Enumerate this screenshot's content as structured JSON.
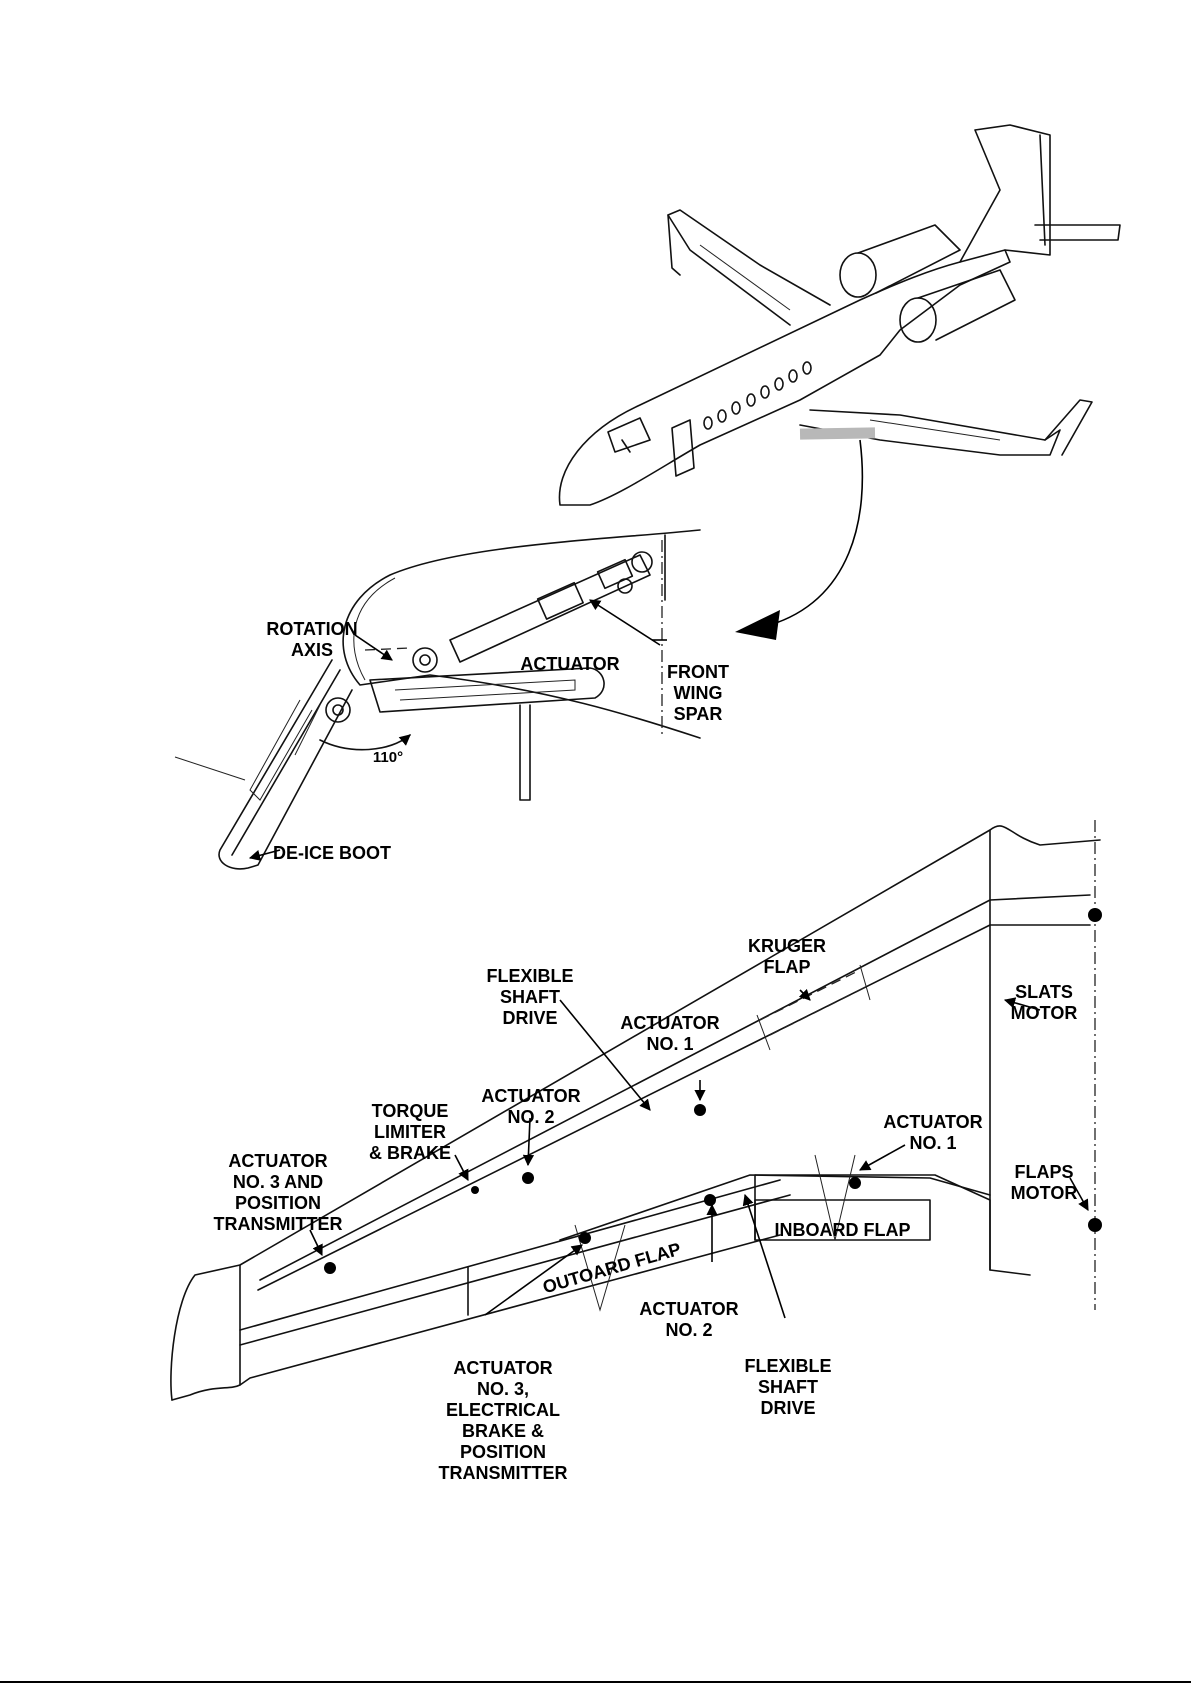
{
  "colors": {
    "ink": "#111111",
    "paper": "#ffffff",
    "panel_highlight": "#b8b8b8"
  },
  "labels": {
    "rotation_axis": [
      "ROTATION",
      "AXIS"
    ],
    "actuator": [
      "ACTUATOR"
    ],
    "front_wing_spar": [
      "FRONT",
      "WING",
      "SPAR"
    ],
    "angle": [
      "110°"
    ],
    "de_ice_boot": [
      "DE-ICE BOOT"
    ],
    "kruger_flap": [
      "KRUGER",
      "FLAP"
    ],
    "flexible_shaft_drive_upper": [
      "FLEXIBLE",
      "SHAFT",
      "DRIVE"
    ],
    "actuator_no1_upper": [
      "ACTUATOR",
      "NO. 1"
    ],
    "slats_motor": [
      "SLATS",
      "MOTOR"
    ],
    "actuator_no2_upper": [
      "ACTUATOR",
      "NO. 2"
    ],
    "torque_limiter": [
      "TORQUE",
      "LIMITER",
      "& BRAKE"
    ],
    "actuator_no3_upper": [
      "ACTUATOR",
      "NO. 3 AND",
      "POSITION",
      "TRANSMITTER"
    ],
    "actuator_no1_lower": [
      "ACTUATOR",
      "NO. 1"
    ],
    "flaps_motor": [
      "FLAPS",
      "MOTOR"
    ],
    "inboard_flap": [
      "INBOARD FLAP"
    ],
    "outboard_flap": [
      "OUTOARD FLAP"
    ],
    "actuator_no2_lower": [
      "ACTUATOR",
      "NO. 2"
    ],
    "flexible_shaft_drive_lower": [
      "FLEXIBLE",
      "SHAFT",
      "DRIVE"
    ],
    "actuator_no3_lower": [
      "ACTUATOR",
      "NO. 3,",
      "ELECTRICAL",
      "BRAKE &",
      "POSITION",
      "TRANSMITTER"
    ]
  }
}
